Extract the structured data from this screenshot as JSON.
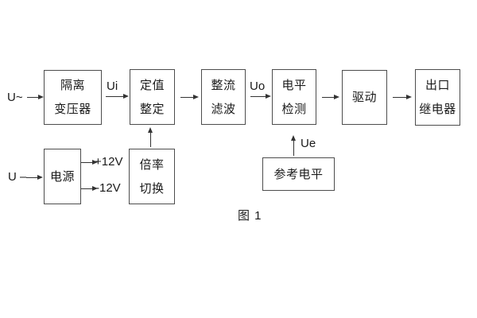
{
  "blocks": {
    "isolation_transformer": {
      "line1": "隔离",
      "line2": "变压器"
    },
    "value_setting": {
      "line1": "定值",
      "line2": "整定"
    },
    "rectifier_filter": {
      "line1": "整流",
      "line2": "滤波"
    },
    "level_detection": {
      "line1": "电平",
      "line2": "检测"
    },
    "driver": {
      "line1": "驱动"
    },
    "output_relay": {
      "line1": "出口",
      "line2": "继电器"
    },
    "power_supply": {
      "line1": "电源"
    },
    "ratio_switch": {
      "line1": "倍率",
      "line2": "切换"
    },
    "reference_level": {
      "line1": "参考电平"
    }
  },
  "signals": {
    "ac_input": "U~",
    "dc_input": "U –",
    "ui": "Ui",
    "uo": "Uo",
    "ue": "Ue",
    "plus_12v": "+12V",
    "minus_12v": "-12V"
  },
  "caption": "图 1",
  "colors": {
    "line": "#333333",
    "border": "#4d4d4d",
    "text": "#1a1a1a",
    "background": "#ffffff"
  }
}
